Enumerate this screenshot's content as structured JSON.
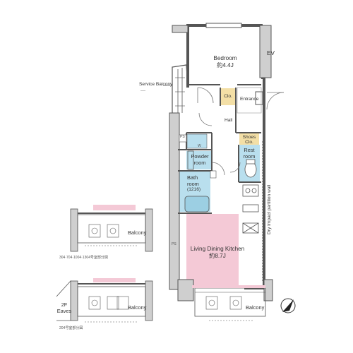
{
  "rooms": {
    "bedroom": {
      "name": "Bedroom",
      "size": "約4.4J"
    },
    "ldk": {
      "name": "Living Dining Kitchen",
      "size": "約8.7J"
    },
    "entrance": "Entrance",
    "hall": "Hall",
    "powder_room": [
      "Powder",
      "room"
    ],
    "bath_room": [
      "Bath",
      "room",
      "(1216)"
    ],
    "rest_room": [
      "Rest",
      "room"
    ],
    "shoes_clo": [
      "Shoes",
      "Clo."
    ],
    "clo": "Clo.",
    "ev": "EV",
    "ps": "PS",
    "w": "W",
    "service_balcony": "Service Balcony",
    "balcony": "Balcony",
    "dry_wall": "Dry Impact partition wall"
  },
  "insets": [
    {
      "balcony": "Balcony",
      "caption": "304·704·1004·1304号室部分図"
    },
    {
      "balcony": "Balcony",
      "eaves": [
        "2F",
        "Eaves"
      ],
      "caption": "204号室部分図"
    }
  ],
  "colors": {
    "wall": "#555555",
    "pink": "#f4c9d6",
    "blue": "#b9dfee",
    "tan": "#f3dfa6",
    "accent_ldk": "#f4c9d6"
  }
}
